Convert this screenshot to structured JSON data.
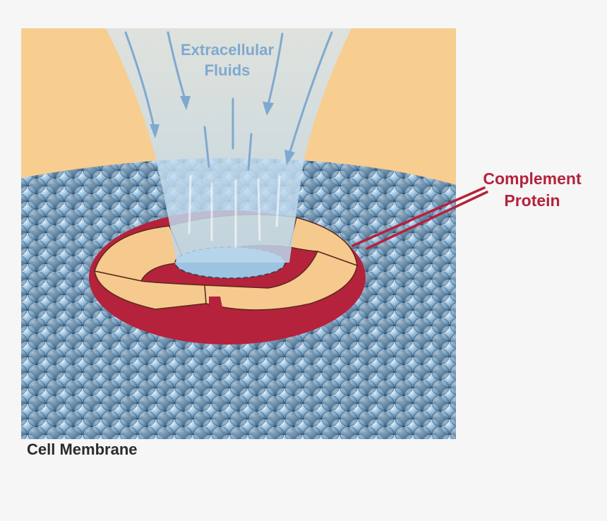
{
  "labels": {
    "extracellular_line1": "Extracellular",
    "extracellular_line2": "Fluids",
    "complement_line1": "Complement",
    "complement_line2": "Protein",
    "cell_membrane": "Cell Membrane"
  },
  "colors": {
    "background": "#f6f6f6",
    "extracellular_fluid": "#f8cd90",
    "fluid_stream": "#c8dff0",
    "membrane_bead": "#8fb6d6",
    "membrane_shadow": "#3d5d7a",
    "protein_red": "#b4223c",
    "protein_ring": "#f6c98f",
    "label_blue": "#7fa9cf"
  }
}
